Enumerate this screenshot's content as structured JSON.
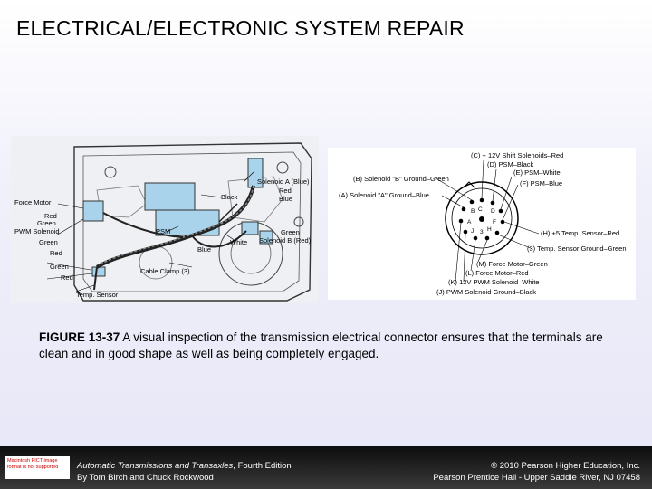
{
  "slide": {
    "title": "ELECTRICAL/ELECTRONIC SYSTEM REPAIR"
  },
  "figure_left": {
    "labels": {
      "force_motor": "Force Motor",
      "red1": "Red",
      "green1": "Green",
      "pwm_solenoid": "PWM Solenoid",
      "green2": "Green",
      "red2": "Red",
      "green3": "Green",
      "red3": "Red",
      "temp_sensor": "Temp. Sensor",
      "solenoid_a": "Solenoid A (Blue)",
      "red_top": "Red",
      "blue_top": "Blue",
      "black": "Black",
      "psm": "PSM",
      "white": "White",
      "blue_bottom": "Blue",
      "green_right": "Green",
      "solenoid_b": "Solenoid B (Red)",
      "cable_clamp": "Cable Clamp (3)"
    }
  },
  "figure_right": {
    "labels": {
      "c": "(C) + 12V Shift Solenoids–Red",
      "d": "(D) PSM–Black",
      "e": "(E) PSM–White",
      "f": "(F) PSM–Blue",
      "b": "(B) Solenoid \"B\" Ground–Green",
      "a": "(A) Solenoid \"A\" Ground–Blue",
      "h": "(H) +5 Temp. Sensor–Red",
      "three": "(3) Temp. Sensor Ground–Green",
      "m": "(M) Force Motor–Green",
      "l": "(L) Force Motor–Red",
      "k": "(K) 12V PWM Solenoid–White",
      "j": "(J) PWM Solenoid Ground–Black"
    }
  },
  "caption": {
    "label": "FIGURE 13-37",
    "text": " A visual inspection of the transmission electrical connector ensures that the terminals are clean and in good shape as well as being completely engaged."
  },
  "footer": {
    "logo_text": "Macintosh PICT image format is not supported",
    "book_title": "Automatic Transmissions and Transaxles",
    "edition": ", Fourth Edition",
    "authors": "By Tom Birch and Chuck Rockwood",
    "copyright": "© 2010 Pearson Higher Education, Inc.",
    "publisher": "Pearson Prentice Hall - Upper Saddle River, NJ 07458"
  }
}
